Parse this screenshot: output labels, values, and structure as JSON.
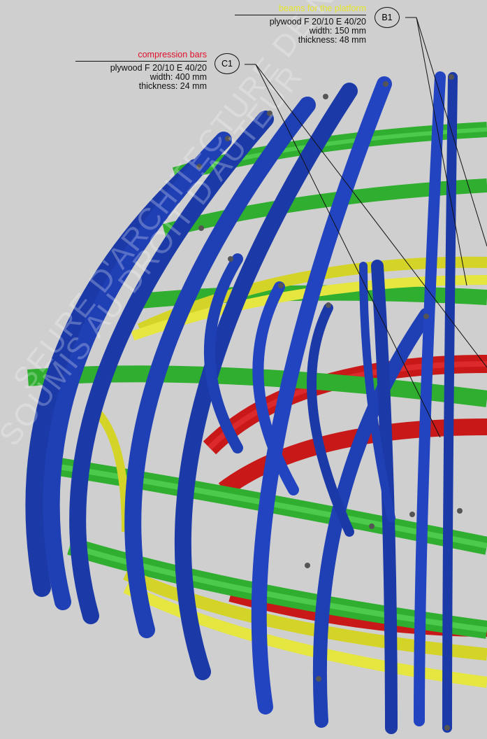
{
  "callouts": {
    "beams": {
      "title": "beams for the platform",
      "material": "plywood F 20/10 E 40/20",
      "width": "width: 150 mm",
      "thickness": "thickness: 48  mm",
      "tag": "B1",
      "title_color": "#e6e62a"
    },
    "compression": {
      "title": "compression bars",
      "material": "plywood F 20/10 E 40/20",
      "width": "width: 400 mm",
      "thickness": "thickness: 24  mm",
      "tag": "C1",
      "title_color": "#e0102a"
    }
  },
  "watermarks": {
    "line1": "SEURE D'ARCHITECTURE DE NANTES",
    "line2": "SOUMIS AU DROIT D'AUTEUR"
  },
  "colors": {
    "background": "#cfcfcf",
    "ribs": "#1f3fb5",
    "green_rings": "#35c035",
    "yellow_beams": "#e0e040",
    "red_bars": "#d01a1a"
  }
}
